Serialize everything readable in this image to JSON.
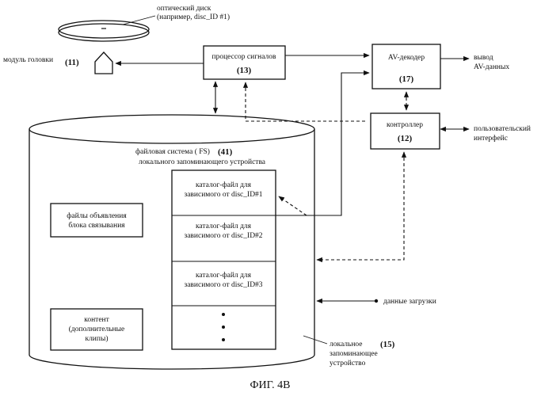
{
  "optical_disc": {
    "line1": "оптический диск",
    "line2": "(например, disc_ID #1)"
  },
  "head_module": {
    "label": "модуль головки",
    "number": "(11)"
  },
  "signal_processor": {
    "label": "процессор сигналов",
    "number": "(13)"
  },
  "av_decoder": {
    "label": "AV-декодер",
    "number": "(17)"
  },
  "av_output": {
    "line1": "вывод",
    "line2": "AV-данных"
  },
  "controller": {
    "label": "контроллер",
    "number": "(12)"
  },
  "user_interface": {
    "line1": "пользовательский",
    "line2": "интерфейс"
  },
  "file_system": {
    "line1": "файловая система ( FS)",
    "number": "(41)",
    "line2": "локального запоминающего устройства"
  },
  "link_files": {
    "line1": "файлы объявления",
    "line2": "блока связывания"
  },
  "content": {
    "line1": "контент",
    "line2": "(дополнительные",
    "line3": "клипы)"
  },
  "catalog_files": [
    {
      "line1": "каталог-файл для",
      "line2": "зависимого от disc_ID#1"
    },
    {
      "line1": "каталог-файл для",
      "line2": "зависимого от disc_ID#2"
    },
    {
      "line1": "каталог-файл для",
      "line2": "зависимого от disc_ID#3"
    }
  ],
  "download_data": {
    "label": "данные загрузки"
  },
  "local_storage": {
    "line1": "локальное",
    "line2": "запоминающее",
    "line3": "устройство",
    "number": "(15)"
  },
  "figure_caption": "ФИГ. 4В"
}
